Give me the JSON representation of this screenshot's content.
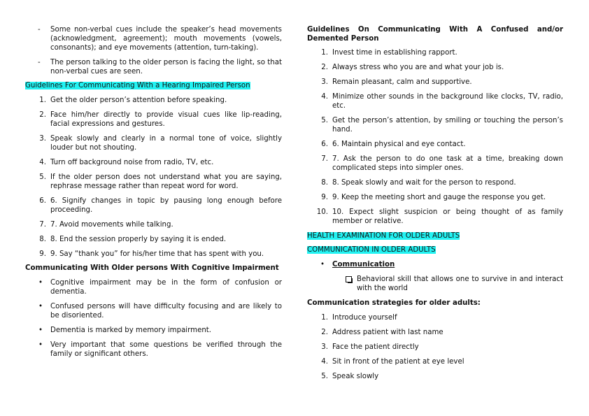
{
  "left": {
    "intro_items": [
      "Some non-verbal cues include the speaker’s head movements (acknowledgment, agreement); mouth movements (vowels, consonants); and eye movements (attention, turn-taking).",
      "The person talking to the older person is facing the light, so that non-verbal cues are seen."
    ],
    "hearing_heading": "Guidelines For Communicating With a Hearing Impaired Person",
    "hearing_items": [
      {
        "n": "1.",
        "t": "Get the older person’s attention before speaking."
      },
      {
        "n": "2.",
        "t": "Face him/her directly to provide visual cues like lip-reading, facial expressions and gestures."
      },
      {
        "n": "3.",
        "t": "Speak slowly and clearly in a normal tone of voice, slightly louder but not shouting."
      },
      {
        "n": "4.",
        "t": "Turn off background noise from radio, TV, etc."
      },
      {
        "n": "5.",
        "t": "If the older person does not understand what you are saying, rephrase message rather than repeat word for word."
      },
      {
        "n": "6.",
        "t": "6. Signify changes in topic by pausing long enough before proceeding."
      },
      {
        "n": "7.",
        "t": "7. Avoid movements while talking."
      },
      {
        "n": "8.",
        "t": "8. End the session properly by saying it is ended."
      },
      {
        "n": "9.",
        "t": "9. Say “thank you” for his/her time that has spent with you."
      }
    ],
    "cognitive_heading": "Communicating With Older persons With Cognitive Impairment",
    "cognitive_items": [
      "Cognitive impairment may be in the form of confusion or dementia.",
      "Confused persons will have difficulty focusing and are likely to be disoriented.",
      "Dementia is marked by memory impairment.",
      "Very important that some questions be verified through the family or significant others."
    ]
  },
  "right": {
    "confused_heading": "Guidelines On Communicating With A Confused and/or Demented Person",
    "confused_items": [
      {
        "n": "1.",
        "t": "Invest time in establishing rapport."
      },
      {
        "n": "2.",
        "t": "Always stress who you are and what your job is."
      },
      {
        "n": "3.",
        "t": "Remain pleasant, calm and supportive."
      },
      {
        "n": "4.",
        "t": "Minimize other sounds in the background like clocks, TV, radio, etc."
      },
      {
        "n": "5.",
        "t": "Get the person’s attention, by smiling or touching the person’s hand."
      },
      {
        "n": "6.",
        "t": "6. Maintain physical and eye contact."
      },
      {
        "n": "7.",
        "t": "7. Ask the person to do one task at a time, breaking down complicated steps into simpler ones."
      },
      {
        "n": "8.",
        "t": "8. Speak slowly and wait for the person to respond."
      },
      {
        "n": "9.",
        "t": "9. Keep the meeting short and gauge the response you get."
      },
      {
        "n": "10.",
        "t": "10. Expect slight suspicion or being thought of as family member or relative."
      }
    ],
    "health_heading": "HEALTH EXAMINATION FOR OLDER ADULTS",
    "comm_heading": "COMMUNICATION IN OLDER ADULTS",
    "comm_bullet": "Communication",
    "comm_sub": "Behavioral skill that allows one to survive in and interact with the world",
    "strategies_heading": "Communication strategies for older adults:",
    "strategies_items": [
      {
        "n": "1.",
        "t": "Introduce yourself"
      },
      {
        "n": "2.",
        "t": "Address patient with last name"
      },
      {
        "n": "3.",
        "t": "Face the patient directly"
      },
      {
        "n": "4.",
        "t": "Sit in front of the patient at eye level"
      },
      {
        "n": "5.",
        "t": "Speak slowly"
      }
    ]
  }
}
